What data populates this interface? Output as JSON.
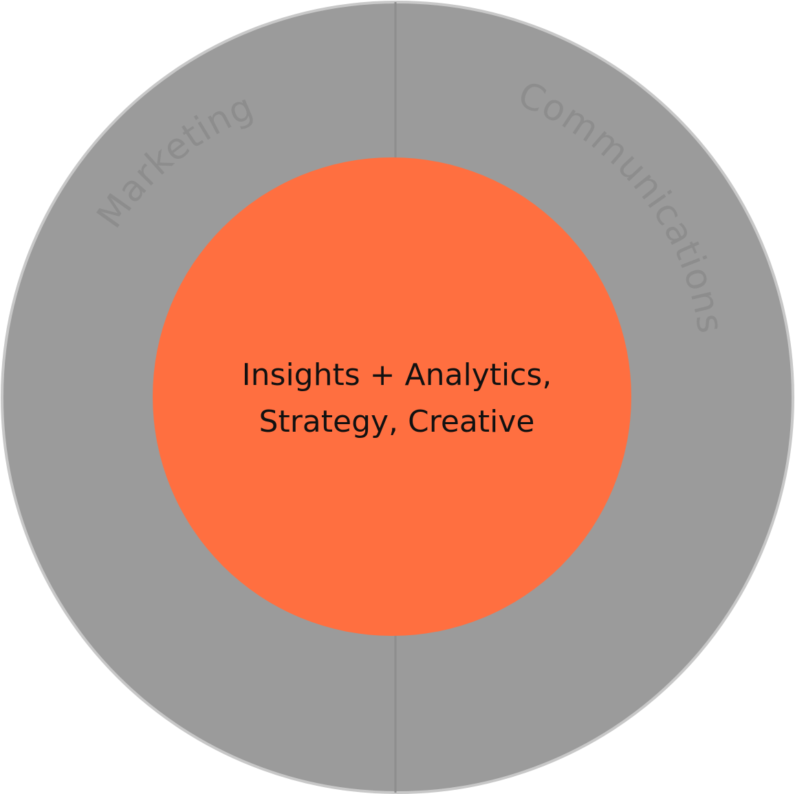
{
  "colors": {
    "outer_ring": "#9b9b9b",
    "outer_stroke": "#c8c8c8",
    "divider": "#8e8e8e",
    "core": "#ff6f40",
    "label_color": "#8d8d8d",
    "core_text": "#111111"
  },
  "outer_ring": {
    "left_label": "Marketing",
    "right_label": "Communications"
  },
  "core": {
    "line1": "Insights + Analytics,",
    "line2": "Strategy, Creative"
  }
}
